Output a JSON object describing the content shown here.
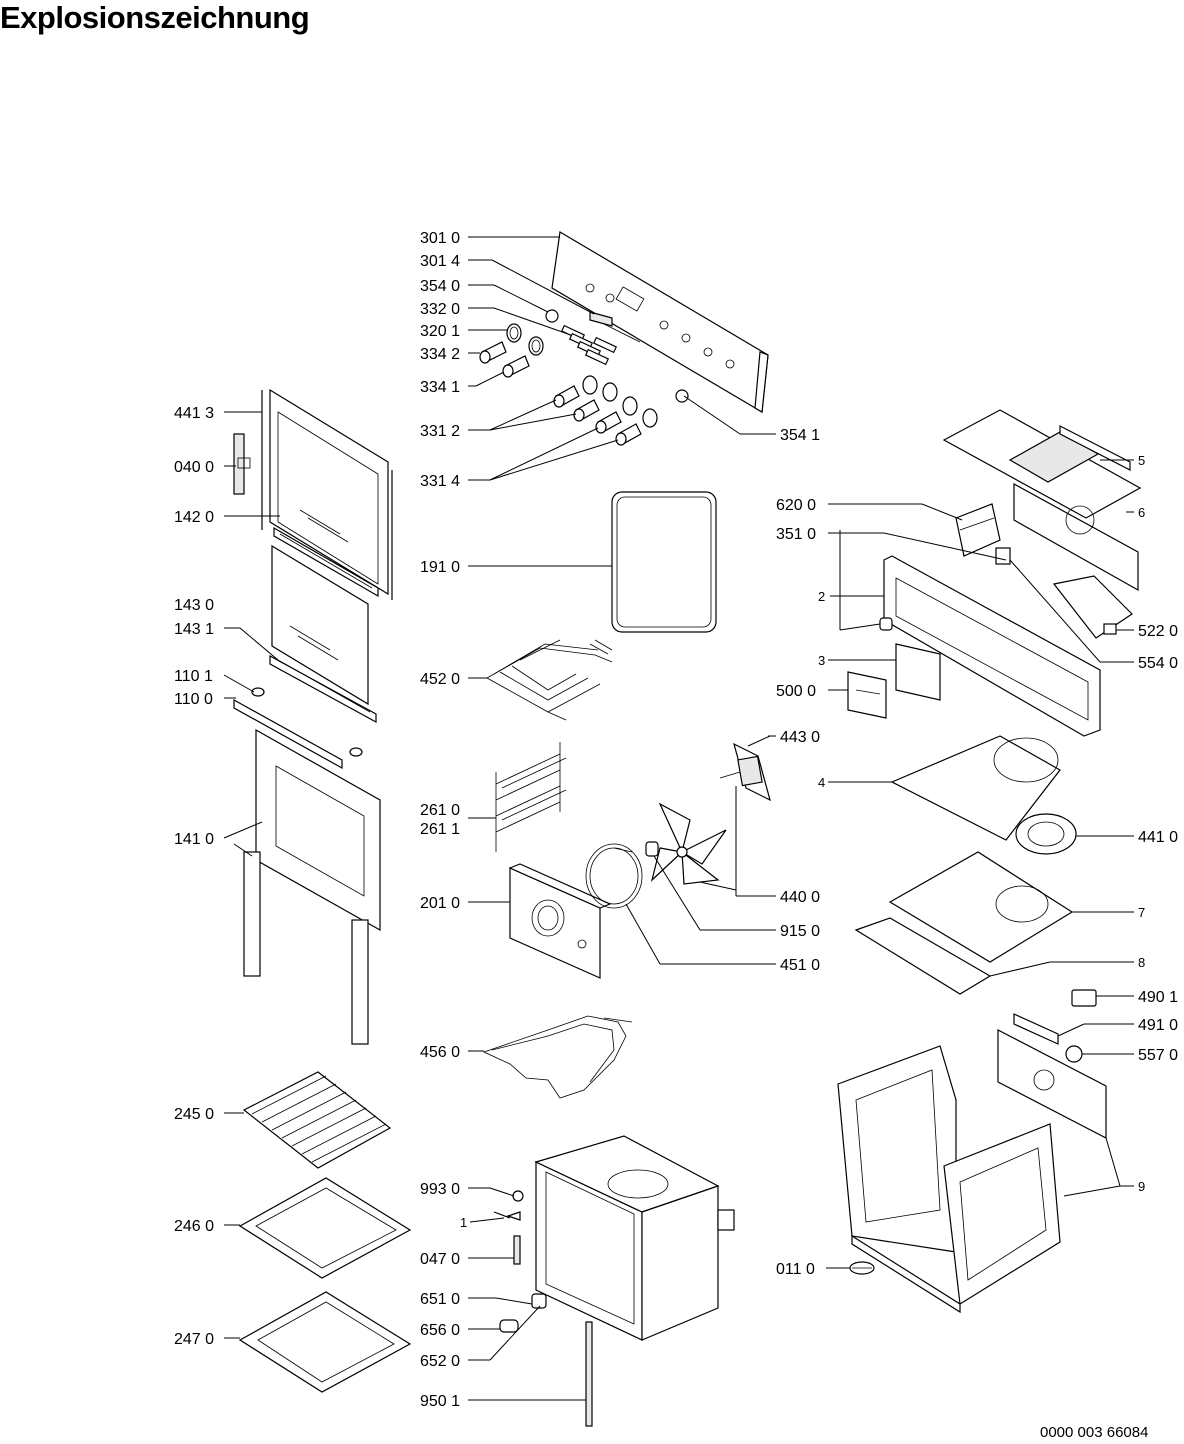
{
  "title": "Explosionszeichnung",
  "footer_code": "0000 003 66084",
  "parts": [
    {
      "label": "301 0"
    },
    {
      "label": "301 4"
    },
    {
      "label": "354 0"
    },
    {
      "label": "332 0"
    },
    {
      "label": "320 1"
    },
    {
      "label": "334 2"
    },
    {
      "label": "334 1"
    },
    {
      "label": "441 3"
    },
    {
      "label": "331 2"
    },
    {
      "label": "354 1"
    },
    {
      "label": "040 0"
    },
    {
      "label": "331 4"
    },
    {
      "label": "5"
    },
    {
      "label": "6"
    },
    {
      "label": "142 0"
    },
    {
      "label": "620 0"
    },
    {
      "label": "351 0"
    },
    {
      "label": "191 0"
    },
    {
      "label": "2"
    },
    {
      "label": "143 0"
    },
    {
      "label": "143 1"
    },
    {
      "label": "522 0"
    },
    {
      "label": "554 0"
    },
    {
      "label": "3"
    },
    {
      "label": "110 1"
    },
    {
      "label": "452 0"
    },
    {
      "label": "500 0"
    },
    {
      "label": "110 0"
    },
    {
      "label": "443 0"
    },
    {
      "label": "4"
    },
    {
      "label": "261 0"
    },
    {
      "label": "261 1"
    },
    {
      "label": "141 0"
    },
    {
      "label": "441 0"
    },
    {
      "label": "440 0"
    },
    {
      "label": "201 0"
    },
    {
      "label": "7"
    },
    {
      "label": "915 0"
    },
    {
      "label": "451 0"
    },
    {
      "label": "8"
    },
    {
      "label": "490 1"
    },
    {
      "label": "491 0"
    },
    {
      "label": "456 0"
    },
    {
      "label": "557 0"
    },
    {
      "label": "245 0"
    },
    {
      "label": "993 0"
    },
    {
      "label": "9"
    },
    {
      "label": "1"
    },
    {
      "label": "246 0"
    },
    {
      "label": "047 0"
    },
    {
      "label": "011 0"
    },
    {
      "label": "651 0"
    },
    {
      "label": "247 0"
    },
    {
      "label": "656 0"
    },
    {
      "label": "652 0"
    },
    {
      "label": "950 1"
    }
  ]
}
